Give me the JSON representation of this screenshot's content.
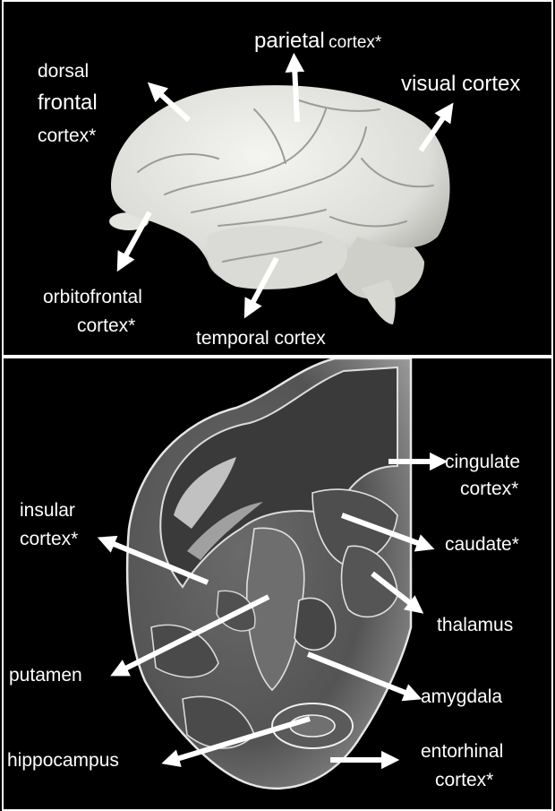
{
  "top_panel": {
    "labels": {
      "dorsal_frontal_line1": "dorsal",
      "dorsal_frontal_line2": "frontal",
      "dorsal_frontal_line3": "cortex*",
      "parietal_main": "parietal",
      "parietal_suffix": "cortex*",
      "visual": "visual cortex",
      "orbitofrontal_line1": "orbitofrontal",
      "orbitofrontal_line2": "cortex*",
      "temporal": "temporal cortex"
    }
  },
  "bottom_panel": {
    "labels": {
      "cingulate_line1": "cingulate",
      "cingulate_line2": "cortex*",
      "insular_line1": "insular",
      "insular_line2": "cortex*",
      "caudate": "caudate*",
      "thalamus": "thalamus",
      "putamen": "putamen",
      "amygdala": "amygdala",
      "hippocampus": "hippocampus",
      "entorhinal_line1": "entorhinal",
      "entorhinal_line2": "cortex*"
    }
  },
  "colors": {
    "background": "#000000",
    "label": "#ffffff",
    "arrow": "#ffffff",
    "brain": "#e8e8e4"
  }
}
